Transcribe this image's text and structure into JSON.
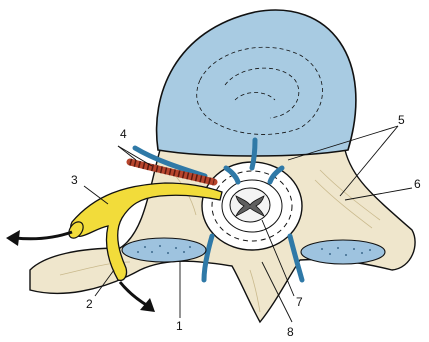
{
  "figure": {
    "labels": [
      {
        "id": "1",
        "text": "1"
      },
      {
        "id": "2",
        "text": "2"
      },
      {
        "id": "3",
        "text": "3"
      },
      {
        "id": "4",
        "text": "4"
      },
      {
        "id": "5",
        "text": "5"
      },
      {
        "id": "6",
        "text": "6"
      },
      {
        "id": "7",
        "text": "7"
      },
      {
        "id": "8",
        "text": "8"
      }
    ],
    "colors": {
      "disc_blue": "#a8cbe2",
      "bone_beige": "#efe6cc",
      "nerve_yellow": "#f2dc3a",
      "vessel_red": "#b7452d",
      "vessel_blue": "#2f79a7",
      "outline": "#111111",
      "facet_blue": "#9ec3df"
    }
  }
}
